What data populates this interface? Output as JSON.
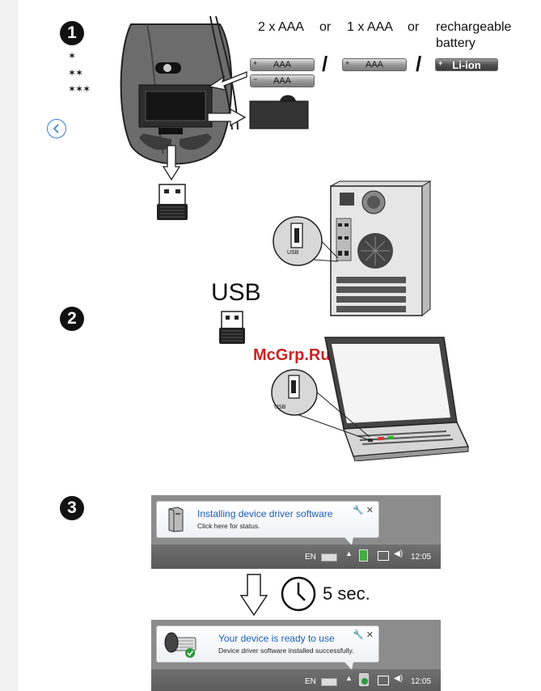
{
  "nav": {
    "back_icon": "chevron-left-icon"
  },
  "step1": {
    "number": "1",
    "stars": [
      "✶",
      "✶✶",
      "✶✶✶"
    ],
    "options": {
      "opt1": "2 x AAA",
      "or1": "or",
      "opt2": "1 x AAA",
      "or2": "or",
      "opt3_line1": "rechargeable",
      "opt3_line2": "battery"
    },
    "battery_labels": {
      "aaa": "AAA",
      "liion": "Li-ion"
    }
  },
  "step2": {
    "number": "2",
    "usb_title": "USB",
    "port_label": "USB"
  },
  "watermark": "McGrp.Ru",
  "step3": {
    "number": "3",
    "wait_label": "5 sec.",
    "notify1": {
      "title": "Installing device driver software",
      "subtitle": "Click here for status."
    },
    "notify2": {
      "title": "Your device is ready to use",
      "subtitle": "Device driver software installed successfully."
    },
    "tray": {
      "lang": "EN",
      "time": "12:05"
    }
  }
}
